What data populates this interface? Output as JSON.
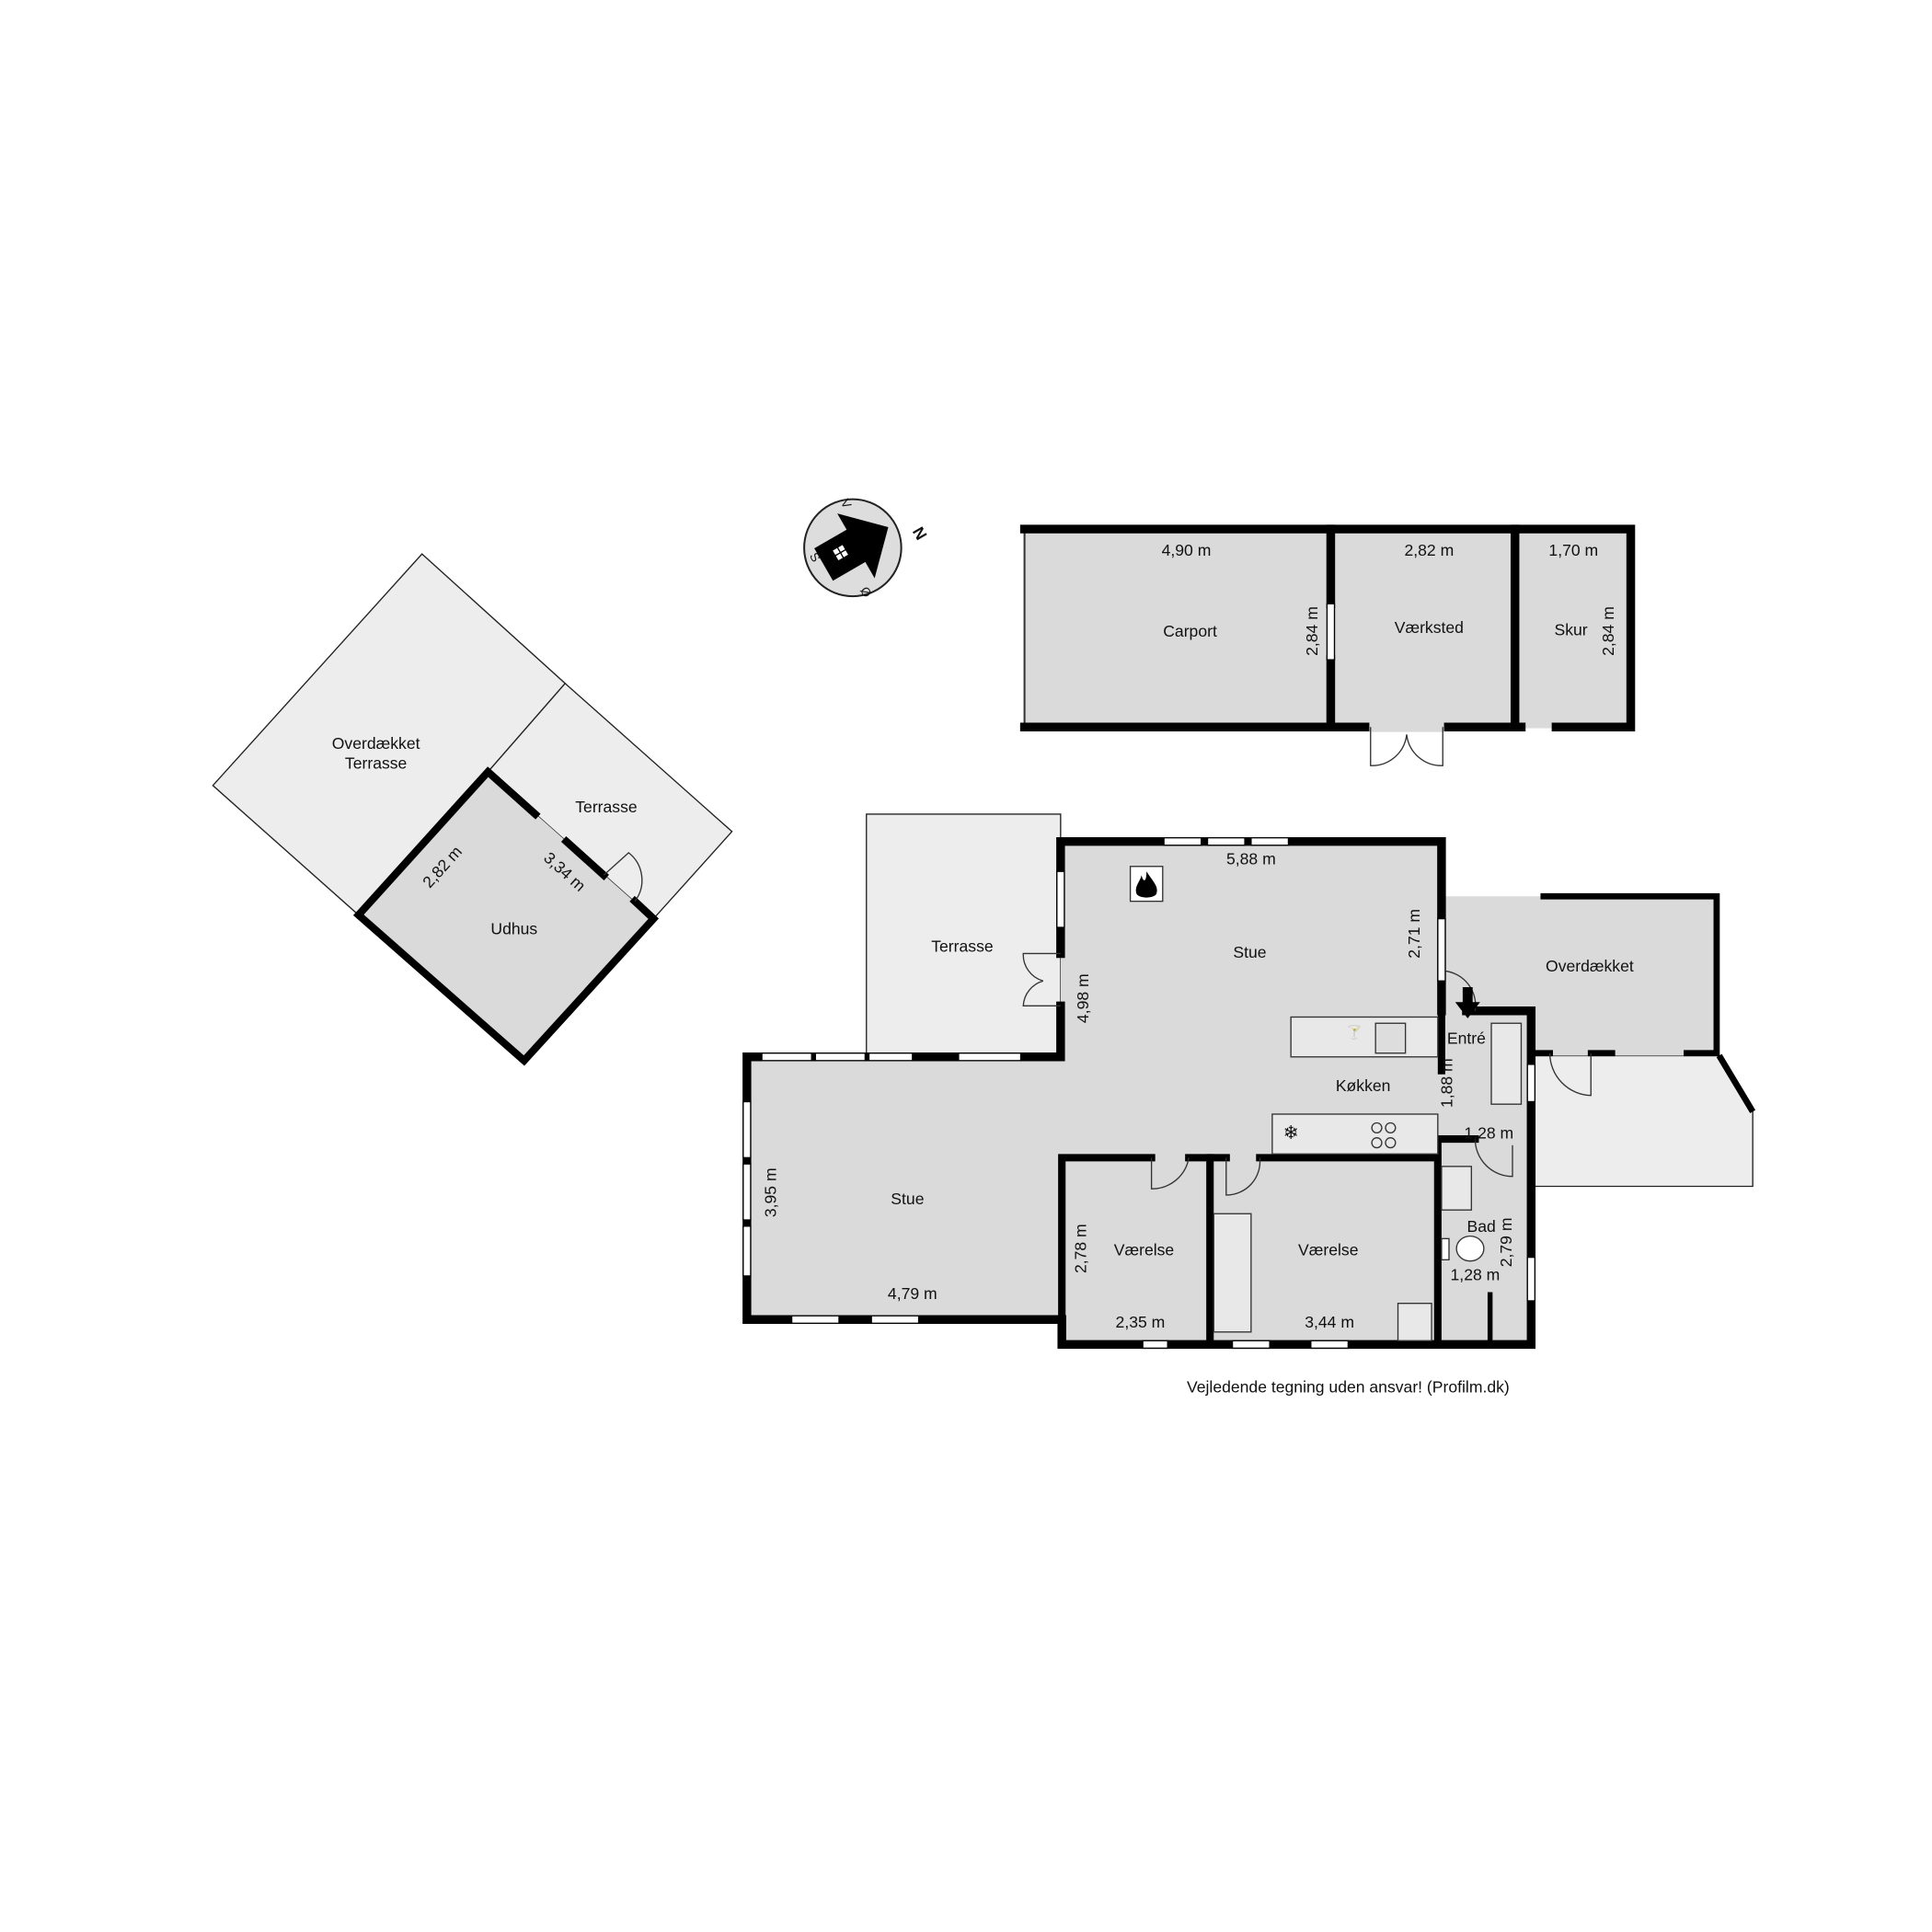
{
  "outbuilding": {
    "carport": {
      "label": "Carport",
      "width": "4,90 m",
      "depth": "2,84 m"
    },
    "vaerksted": {
      "label": "Værksted",
      "width": "2,82 m"
    },
    "skur": {
      "label": "Skur",
      "width": "1,70 m",
      "depth": "2,84 m"
    }
  },
  "compass": {
    "north": "N",
    "south": "S",
    "east": "Ø",
    "west": "V"
  },
  "udhus_group": {
    "overdaekket_terrasse": {
      "line1": "Overdækket",
      "line2": "Terrasse"
    },
    "terrasse": {
      "label": "Terrasse"
    },
    "udhus": {
      "label": "Udhus",
      "dim_a": "2,82 m",
      "dim_b": "3,34 m"
    }
  },
  "house": {
    "terrasse": {
      "label": "Terrasse"
    },
    "stue_upper": {
      "label": "Stue",
      "width": "5,88 m",
      "depth": "2,71 m",
      "height": "4,98 m"
    },
    "overdaekket": {
      "label": "Overdækket"
    },
    "entre": {
      "label": "Entré",
      "dim": "1,88 m",
      "width": "1,28 m"
    },
    "koekken": {
      "label": "Køkken"
    },
    "stue_lower": {
      "label": "Stue",
      "depth": "3,95 m",
      "width": "4,79 m"
    },
    "vaerelse1": {
      "label": "Værelse",
      "depth": "2,78 m",
      "width": "2,35 m"
    },
    "vaerelse2": {
      "label": "Værelse",
      "width": "3,44 m"
    },
    "bad": {
      "label": "Bad",
      "width": "1,28 m",
      "depth": "2,79 m"
    }
  },
  "disclaimer": "Vejledende tegning uden ansvar! (Profilm.dk)",
  "icons": [
    "fireplace-icon",
    "entrance-arrow-icon",
    "sink-icon",
    "stove-icon",
    "freezer-icon",
    "toilet-icon",
    "compass-icon"
  ]
}
